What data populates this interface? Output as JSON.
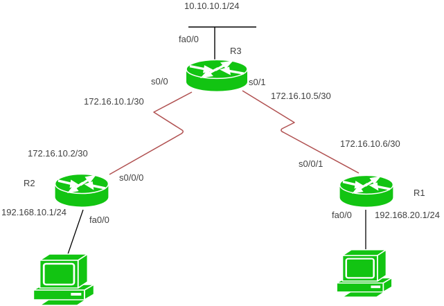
{
  "diagram": {
    "type": "network-topology",
    "colors": {
      "device_green": "#12c412",
      "serial_link_red": "#b05050",
      "ethernet_link_black": "#000000",
      "label_text": "#404040"
    },
    "labels": {
      "lan3_network": "10.10.10.1/24",
      "r3_fa00": "fa0/0",
      "r3_name": "R3",
      "r3_s00": "s0/0",
      "r3_s01": "s0/1",
      "serial_left_r3_ip": "172.16.10.1/30",
      "serial_right_r3_ip": "172.16.10.5/30",
      "serial_left_r2_ip": "172.16.10.2/30",
      "serial_right_r1_ip": "172.16.10.6/30",
      "r2_s000": "s0/0/0",
      "r1_s001": "s0/0/1",
      "r2_name": "R2",
      "r1_name": "R1",
      "r2_lan_ip": "192.168.10.1/24",
      "r2_fa00": "fa0/0",
      "r1_fa00": "fa0/0",
      "r1_lan_ip": "192.168.20.1/24"
    }
  }
}
